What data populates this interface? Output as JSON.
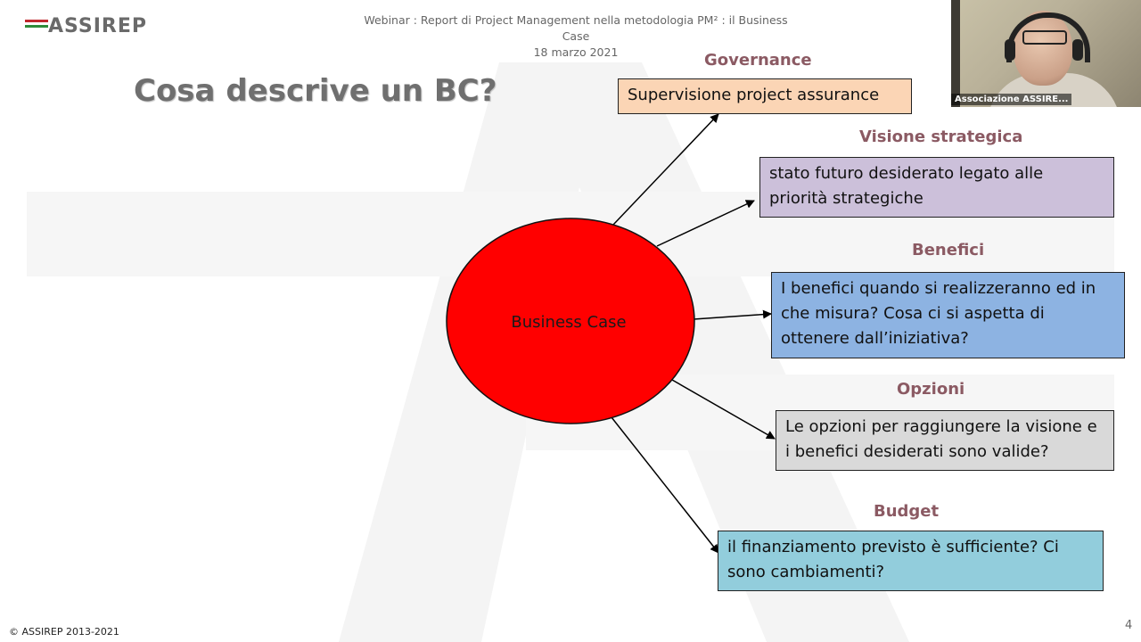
{
  "logo": {
    "text": "ASSIREP"
  },
  "header": {
    "line1": "Webinar : Report di Project Management nella metodologia PM²   : il Business Case",
    "line2": "18 marzo 2021"
  },
  "slide": {
    "title": "Cosa descrive un BC?",
    "page_number": "4",
    "footer": "© ASSIREP 2013-2021"
  },
  "webcam": {
    "participant_name": "Associazione ASSIRE..."
  },
  "diagram": {
    "center": {
      "label": "Business Case",
      "fill": "#ff0000"
    },
    "branches": [
      {
        "label": "Governance",
        "text": "Supervisione project assurance",
        "fill": "#fbd5b5"
      },
      {
        "label": "Visione strategica",
        "text": "stato futuro desiderato legato alle priorità strategiche",
        "fill": "#ccc0da"
      },
      {
        "label": "Benefici",
        "text": "I benefici quando si realizzeranno ed in che misura? Cosa ci si aspetta di ottenere dall’iniziativa?",
        "fill": "#8db3e2"
      },
      {
        "label": "Opzioni",
        "text": "Le opzioni per raggiungere la visione e i benefici desiderati sono valide?",
        "fill": "#d9d9d9"
      },
      {
        "label": "Budget",
        "text": "il finanziamento previsto è sufficiente? Ci sono cambiamenti?",
        "fill": "#92cddc"
      }
    ]
  }
}
